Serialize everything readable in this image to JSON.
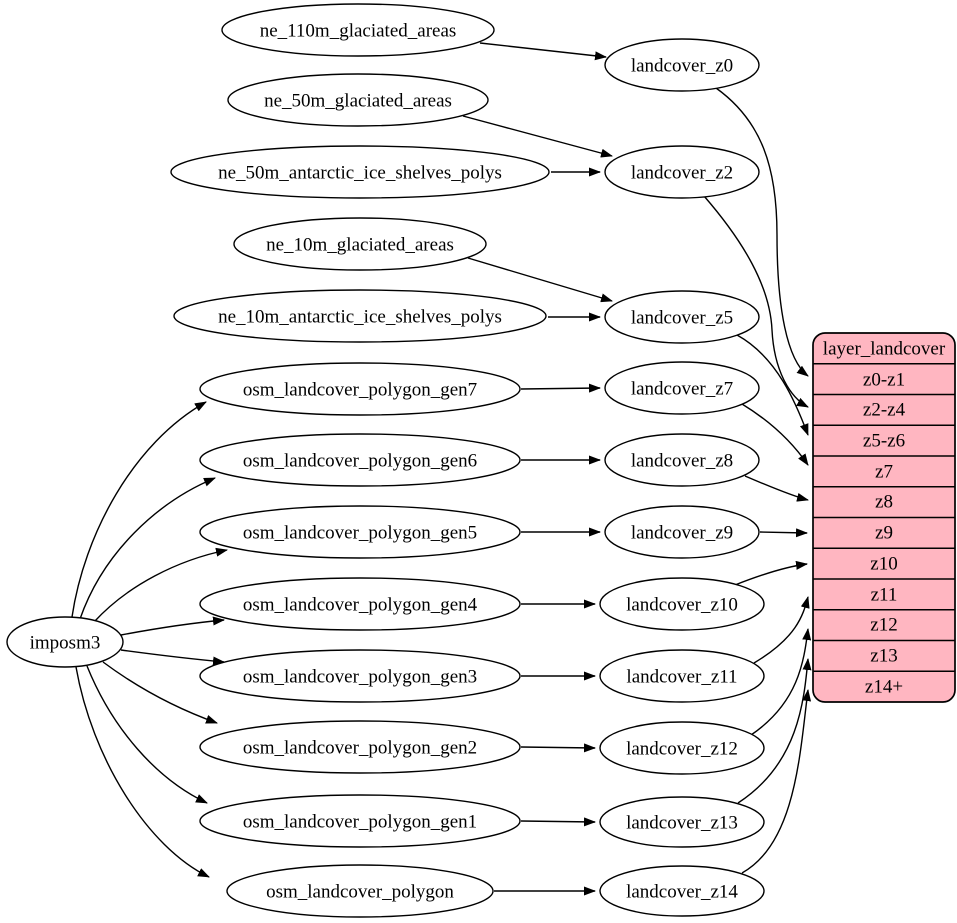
{
  "diagram": {
    "kind": "graphviz-dependency-graph",
    "colors": {
      "background": "#ffffff",
      "node_fill": "#ffffff",
      "node_stroke": "#000000",
      "edge_color": "#000000",
      "table_fill": "#ffb6c1"
    },
    "nodes": {
      "importer": "imposm3",
      "sources": [
        "ne_110m_glaciated_areas",
        "ne_50m_glaciated_areas",
        "ne_50m_antarctic_ice_shelves_polys",
        "ne_10m_glaciated_areas",
        "ne_10m_antarctic_ice_shelves_polys",
        "osm_landcover_polygon_gen7",
        "osm_landcover_polygon_gen6",
        "osm_landcover_polygon_gen5",
        "osm_landcover_polygon_gen4",
        "osm_landcover_polygon_gen3",
        "osm_landcover_polygon_gen2",
        "osm_landcover_polygon_gen1",
        "osm_landcover_polygon"
      ],
      "generalized": [
        "landcover_z0",
        "landcover_z2",
        "landcover_z5",
        "landcover_z7",
        "landcover_z8",
        "landcover_z9",
        "landcover_z10",
        "landcover_z11",
        "landcover_z12",
        "landcover_z13",
        "landcover_z14"
      ]
    },
    "table": {
      "title": "layer_landcover",
      "rows": [
        "z0-z1",
        "z2-z4",
        "z5-z6",
        "z7",
        "z8",
        "z9",
        "z10",
        "z11",
        "z12",
        "z13",
        "z14+"
      ]
    },
    "edges": [
      {
        "from": "ne_110m_glaciated_areas",
        "to": "landcover_z0"
      },
      {
        "from": "ne_50m_glaciated_areas",
        "to": "landcover_z2"
      },
      {
        "from": "ne_50m_antarctic_ice_shelves_polys",
        "to": "landcover_z2"
      },
      {
        "from": "ne_10m_glaciated_areas",
        "to": "landcover_z5"
      },
      {
        "from": "ne_10m_antarctic_ice_shelves_polys",
        "to": "landcover_z5"
      },
      {
        "from": "imposm3",
        "to": "osm_landcover_polygon_gen7"
      },
      {
        "from": "imposm3",
        "to": "osm_landcover_polygon_gen6"
      },
      {
        "from": "imposm3",
        "to": "osm_landcover_polygon_gen5"
      },
      {
        "from": "imposm3",
        "to": "osm_landcover_polygon_gen4"
      },
      {
        "from": "imposm3",
        "to": "osm_landcover_polygon_gen3"
      },
      {
        "from": "imposm3",
        "to": "osm_landcover_polygon_gen2"
      },
      {
        "from": "imposm3",
        "to": "osm_landcover_polygon_gen1"
      },
      {
        "from": "imposm3",
        "to": "osm_landcover_polygon"
      },
      {
        "from": "osm_landcover_polygon_gen7",
        "to": "landcover_z7"
      },
      {
        "from": "osm_landcover_polygon_gen6",
        "to": "landcover_z8"
      },
      {
        "from": "osm_landcover_polygon_gen5",
        "to": "landcover_z9"
      },
      {
        "from": "osm_landcover_polygon_gen4",
        "to": "landcover_z10"
      },
      {
        "from": "osm_landcover_polygon_gen3",
        "to": "landcover_z11"
      },
      {
        "from": "osm_landcover_polygon_gen2",
        "to": "landcover_z12"
      },
      {
        "from": "osm_landcover_polygon_gen1",
        "to": "landcover_z13"
      },
      {
        "from": "osm_landcover_polygon",
        "to": "landcover_z14"
      },
      {
        "from": "landcover_z0",
        "to": "layer_landcover:z0-z1"
      },
      {
        "from": "landcover_z2",
        "to": "layer_landcover:z2-z4"
      },
      {
        "from": "landcover_z5",
        "to": "layer_landcover:z5-z6"
      },
      {
        "from": "landcover_z7",
        "to": "layer_landcover:z7"
      },
      {
        "from": "landcover_z8",
        "to": "layer_landcover:z8"
      },
      {
        "from": "landcover_z9",
        "to": "layer_landcover:z9"
      },
      {
        "from": "landcover_z10",
        "to": "layer_landcover:z10"
      },
      {
        "from": "landcover_z11",
        "to": "layer_landcover:z11"
      },
      {
        "from": "landcover_z12",
        "to": "layer_landcover:z12"
      },
      {
        "from": "landcover_z13",
        "to": "layer_landcover:z13"
      },
      {
        "from": "landcover_z14",
        "to": "layer_landcover:z14+"
      }
    ]
  }
}
